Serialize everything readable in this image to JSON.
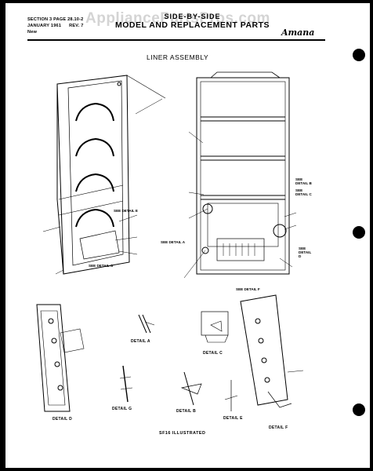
{
  "watermark": "AppliancePartsPros.com",
  "header": {
    "section": "SECTION 3 PAGE 28.10-2",
    "date": "JANUARY 1961",
    "rev": "REV. 7",
    "status": "New",
    "title_line1": "SIDE-BY-SIDE",
    "title_line2": "MODEL AND REPLACEMENT PARTS",
    "brand": "Amana"
  },
  "drawing_title": "LINER ASSEMBLY",
  "callouts": {
    "see_detail_e": "SEE DETAIL E",
    "see_detail_g": "SEE DETAIL G",
    "see_detail_a": "SEE DETAIL A",
    "see_detail_b": "SEE DETAIL B",
    "see_detail_c": "SEE DETAIL C",
    "see_detail_d": "SEE DETAIL D",
    "see_detail_f": "SEE DETAIL F"
  },
  "details": {
    "a": "DETAIL A",
    "b": "DETAIL B",
    "c": "DETAIL C",
    "d": "DETAIL D",
    "e": "DETAIL E",
    "f": "DETAIL F",
    "g": "DETAIL G"
  },
  "footer_note": "SF16 ILLUSTRATED",
  "colors": {
    "ink": "#000000",
    "paper": "#ffffff",
    "border": "#000000"
  }
}
